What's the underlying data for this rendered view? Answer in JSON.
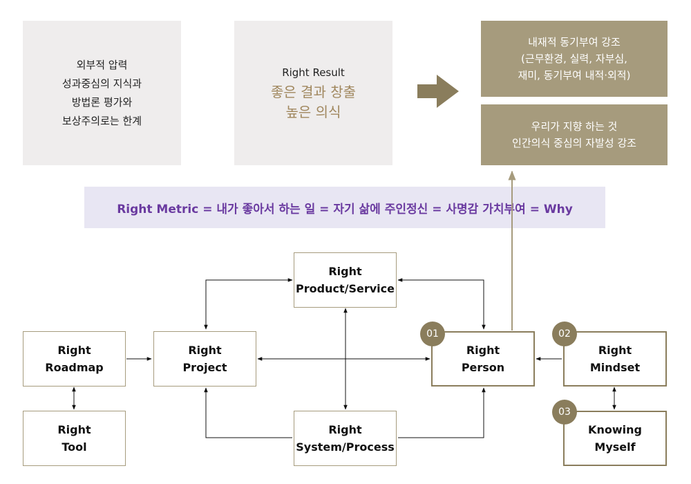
{
  "top_left": {
    "lines": [
      "외부적 압력",
      "성과중심의 지식과",
      "방법론 평가와",
      "보상주의로는 한계"
    ]
  },
  "top_middle": {
    "title_en": "Right Result",
    "lines_ko": [
      "좋은 결과 창출",
      "높은 의식"
    ]
  },
  "top_right_upper": {
    "lines": [
      "내재적 동기부여 강조",
      "(근무환경, 실력, 자부심,",
      "재미, 동기부여 내적·외적)"
    ]
  },
  "top_right_lower": {
    "lines": [
      "우리가 지향 하는 것",
      "인간의식 중심의 자발성 강조"
    ]
  },
  "metric_banner": "Right Metric = 내가 좋아서 하는 일 = 자기 삶에 주인정신 = 사명감 가치부여 = Why",
  "nodes": {
    "product_service": [
      "Right",
      "Product/Service"
    ],
    "roadmap": [
      "Right",
      "Roadmap"
    ],
    "project": [
      "Right",
      "Project"
    ],
    "person": [
      "Right",
      "Person"
    ],
    "mindset": [
      "Right",
      "Mindset"
    ],
    "tool": [
      "Right",
      "Tool"
    ],
    "system_process": [
      "Right",
      "System/Process"
    ],
    "knowing_myself": [
      "Knowing",
      "Myself"
    ]
  },
  "badges": {
    "person": "01",
    "mindset": "02",
    "knowing_myself": "03"
  },
  "colors": {
    "gold": "#a69b7d",
    "gold_dark": "#8a7d5c",
    "grey_panel": "#efeded",
    "banner_bg": "#e8e6f3",
    "banner_text": "#6a3aa0",
    "result_accent": "#a0875e"
  }
}
